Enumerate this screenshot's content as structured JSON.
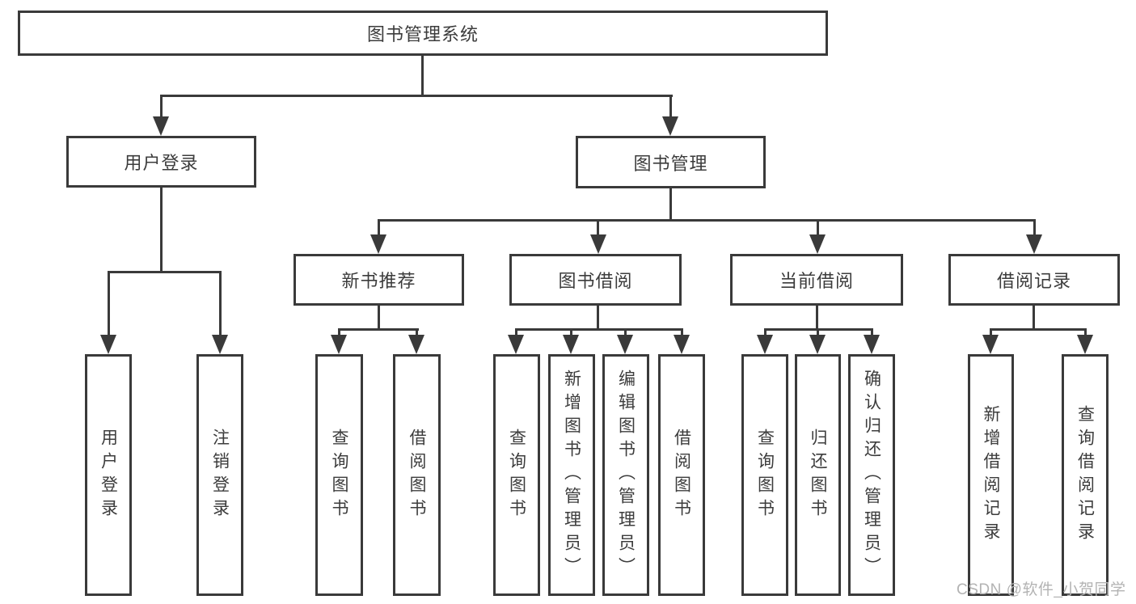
{
  "diagram": {
    "root": {
      "label": "图书管理系统"
    },
    "branches": [
      {
        "label": "用户登录"
      },
      {
        "label": "图书管理"
      }
    ],
    "modules": [
      {
        "label": "新书推荐"
      },
      {
        "label": "图书借阅"
      },
      {
        "label": "当前借阅"
      },
      {
        "label": "借阅记录"
      }
    ],
    "leaves": [
      {
        "label": "用户登录"
      },
      {
        "label": "注销登录"
      },
      {
        "label": "查询图书"
      },
      {
        "label": "借阅图书"
      },
      {
        "label": "查询图书"
      },
      {
        "label": "新增图书（管理员）"
      },
      {
        "label": "编辑图书（管理员）"
      },
      {
        "label": "借阅图书"
      },
      {
        "label": "查询图书"
      },
      {
        "label": "归还图书"
      },
      {
        "label": "确认归还（管理员）"
      },
      {
        "label": "新增借阅记录"
      },
      {
        "label": "查询借阅记录"
      }
    ]
  },
  "watermark": {
    "text": "CSDN @软件_小贺同学"
  },
  "colors": {
    "line": "#3a3a3a",
    "text": "#3c3c3c",
    "box_background": "#ffffff",
    "page_background": "#ffffff",
    "watermark": "#b3b3b3"
  }
}
